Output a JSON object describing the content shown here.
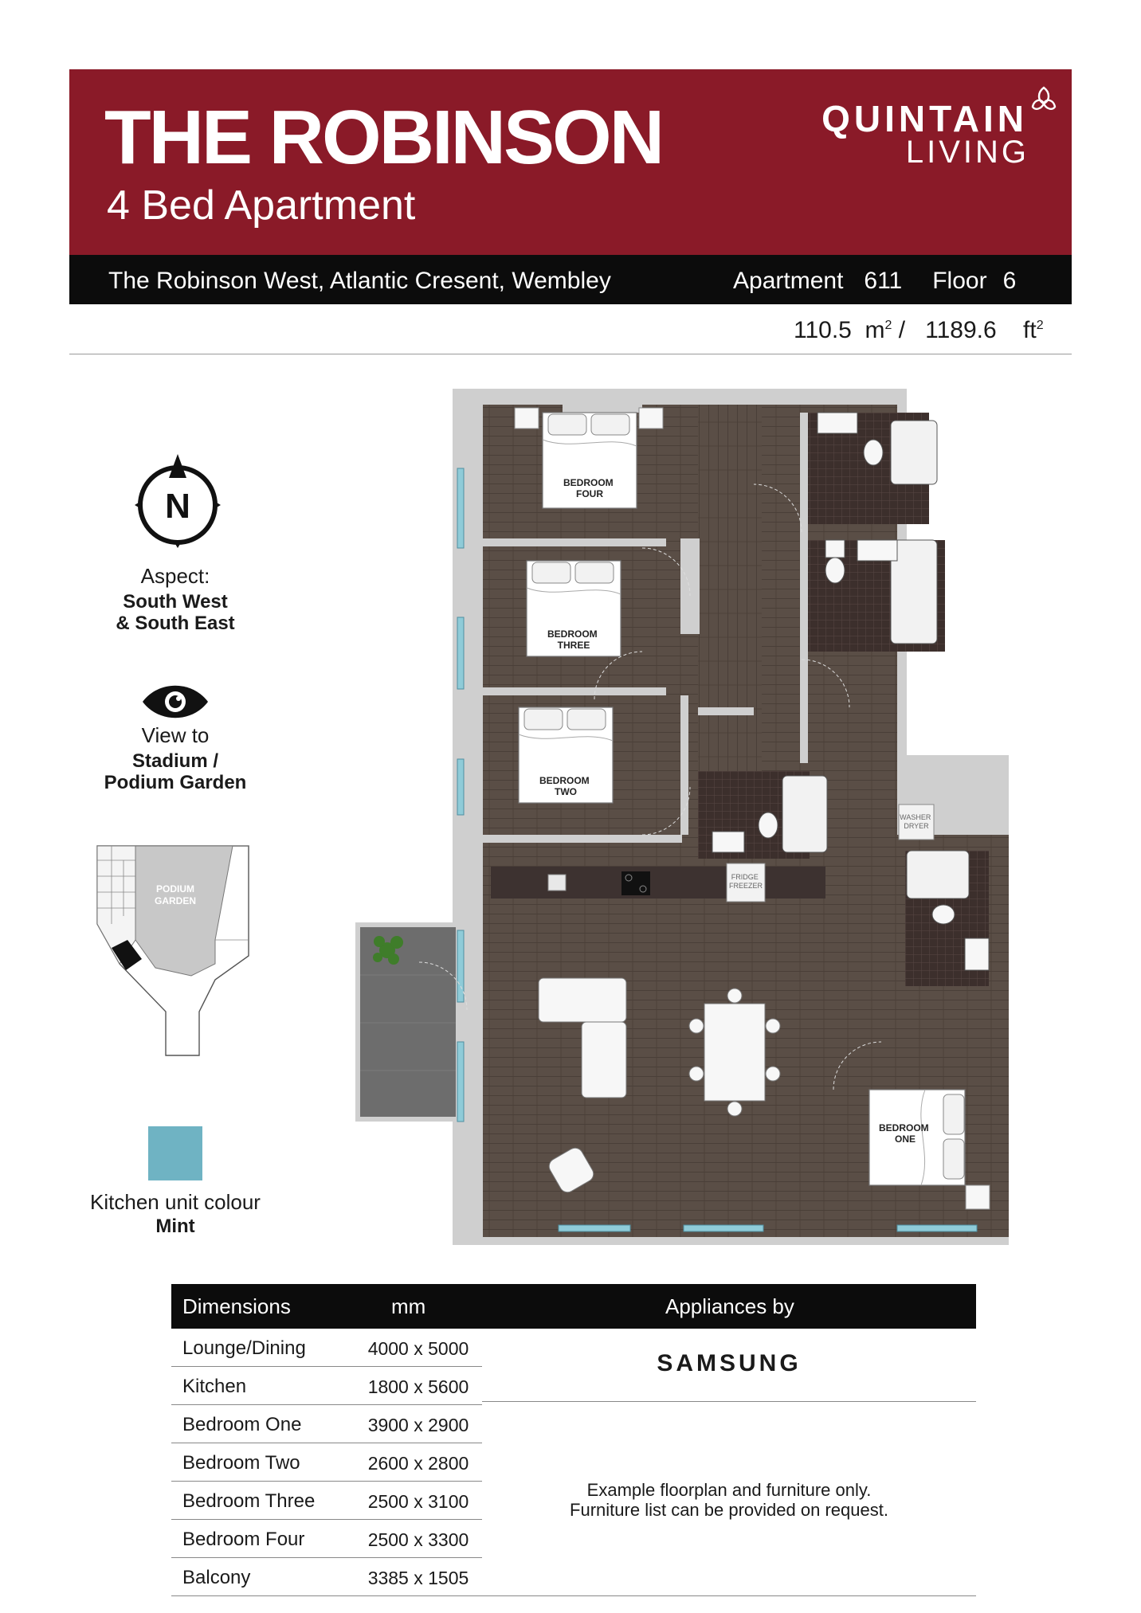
{
  "header": {
    "title": "THE ROBINSON",
    "subtitle": "4 Bed Apartment",
    "brand_line1": "QUINTAIN",
    "brand_line2": "LIVING",
    "brand_color": "#8a1a28"
  },
  "address_bar": {
    "address": "The Robinson West, Atlantic Cresent, Wembley",
    "apartment_label": "Apartment",
    "apartment_number": "611",
    "floor_label": "Floor",
    "floor_number": "6"
  },
  "area": {
    "sqm": "110.5",
    "sqm_unit": "m",
    "separator": "/",
    "sqft": "1189.6",
    "sqft_unit": "ft"
  },
  "aspect": {
    "compass_letter": "N",
    "label": "Aspect:",
    "line1": "South West",
    "line2": "& South East"
  },
  "view": {
    "label": "View to",
    "line1": "Stadium /",
    "line2": "Podium Garden"
  },
  "keyplan": {
    "garden_line1": "PODIUM",
    "garden_line2": "GARDEN"
  },
  "kitchen": {
    "label": "Kitchen unit colour",
    "value": "Mint",
    "swatch_color": "#6fb3c3"
  },
  "plan_labels": {
    "bedroom_four": [
      "BEDROOM",
      "FOUR"
    ],
    "bedroom_three": [
      "BEDROOM",
      "THREE"
    ],
    "bedroom_two": [
      "BEDROOM",
      "TWO"
    ],
    "bedroom_one": [
      "BEDROOM",
      "ONE"
    ],
    "washer": [
      "WASHER",
      "DRYER"
    ],
    "fridge": [
      "FRIDGE",
      "FREEZER"
    ]
  },
  "dimensions_table": {
    "col_room": "Dimensions",
    "col_mm": "mm",
    "col_appliances": "Appliances by",
    "rows": [
      {
        "room": "Lounge/Dining",
        "dim": "4000 x 5000"
      },
      {
        "room": "Kitchen",
        "dim": "1800 x 5600"
      },
      {
        "room": "Bedroom One",
        "dim": "3900 x 2900"
      },
      {
        "room": "Bedroom Two",
        "dim": "2600 x 2800"
      },
      {
        "room": "Bedroom Three",
        "dim": "2500 x 3100"
      },
      {
        "room": "Bedroom Four",
        "dim": "2500 x 3300"
      },
      {
        "room": "Balcony",
        "dim": "3385 x 1505"
      }
    ],
    "appliance_brand": "SAMSUNG",
    "note_line1": "Example floorplan and furniture only.",
    "note_line2": "Furniture list can be provided on request."
  }
}
